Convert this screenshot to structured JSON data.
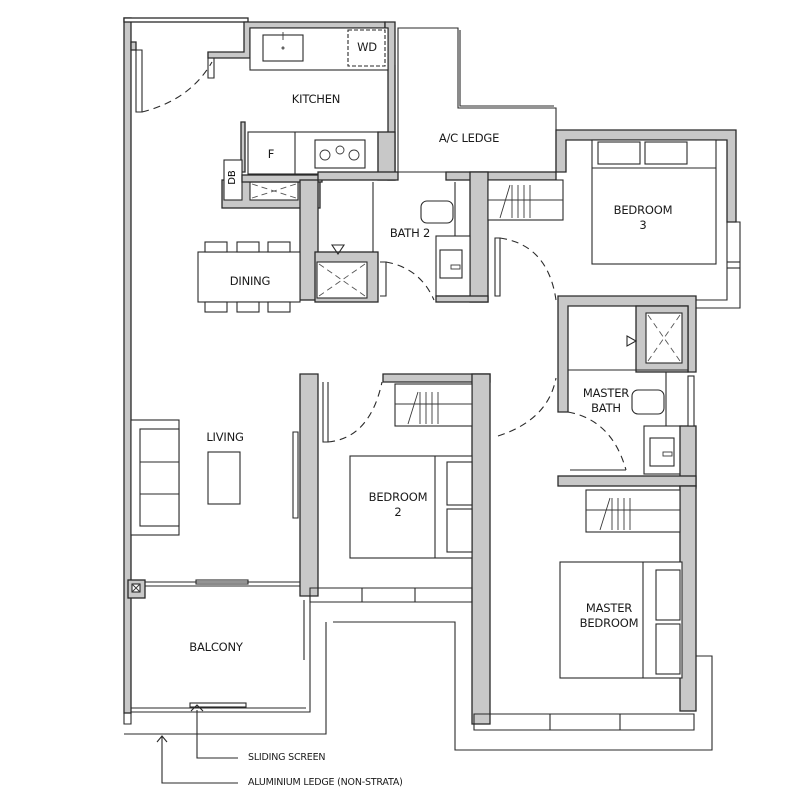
{
  "floor_plan": {
    "rooms": {
      "kitchen": "KITCHEN",
      "wd": "WD",
      "fridge": "F",
      "db": "DB",
      "ac_ledge": "A/C LEDGE",
      "bedroom3_line1": "BEDROOM",
      "bedroom3_line2": "3",
      "bath2": "BATH 2",
      "dining": "DINING",
      "living": "LIVING",
      "master_bath_line1": "MASTER",
      "master_bath_line2": "BATH",
      "bedroom2_line1": "BEDROOM",
      "bedroom2_line2": "2",
      "master_bedroom_line1": "MASTER",
      "master_bedroom_line2": "BEDROOM",
      "balcony": "BALCONY"
    },
    "annotations": {
      "sliding_screen": "SLIDING SCREEN",
      "aluminium_ledge": "ALUMINIUM LEDGE (NON-STRATA)"
    },
    "colors": {
      "wall_fill": "#c8c8c8",
      "line": "#2a2a2a",
      "background": "#ffffff"
    }
  }
}
